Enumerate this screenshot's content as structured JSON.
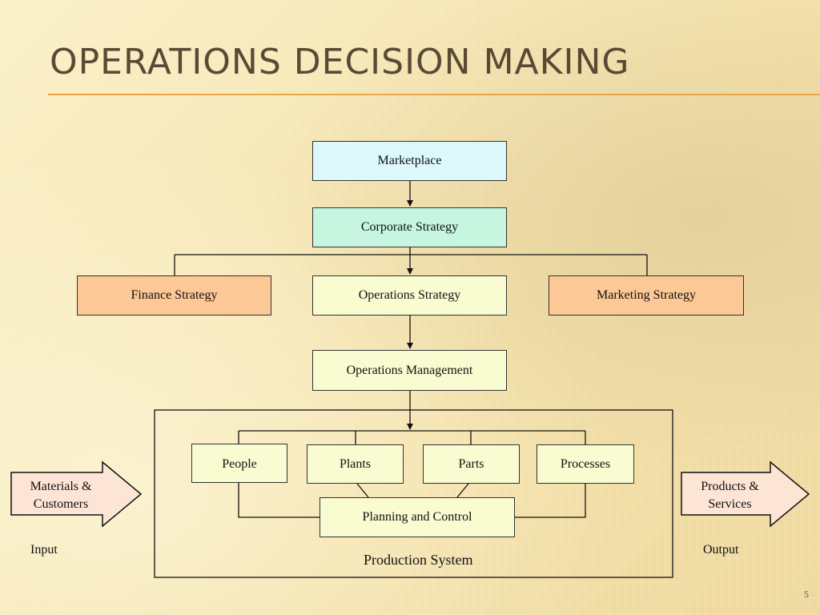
{
  "slide": {
    "title": "Operations Decision Making",
    "page_number": "5"
  },
  "diagram": {
    "marketplace": "Marketplace",
    "corporate_strategy": "Corporate Strategy",
    "finance_strategy": "Finance Strategy",
    "operations_strategy": "Operations Strategy",
    "marketing_strategy": "Marketing Strategy",
    "operations_management": "Operations Management",
    "people": "People",
    "plants": "Plants",
    "parts": "Parts",
    "processes": "Processes",
    "planning_and_control": "Planning and Control",
    "production_system": "Production System",
    "input_arrow_line1": "Materials &",
    "input_arrow_line2": "Customers",
    "output_arrow_line1": "Products &",
    "output_arrow_line2": "Services",
    "input_label": "Input",
    "output_label": "Output"
  },
  "colors": {
    "title": "#5a4a35",
    "rule": "#e8a54a",
    "marketplace_fill": "#dcf8fb",
    "corporate_fill": "#c6f5e0",
    "side_strategy_fill": "#fcc896",
    "pale_fill": "#f9fcd0",
    "arrow_fill": "#fde5d5"
  }
}
